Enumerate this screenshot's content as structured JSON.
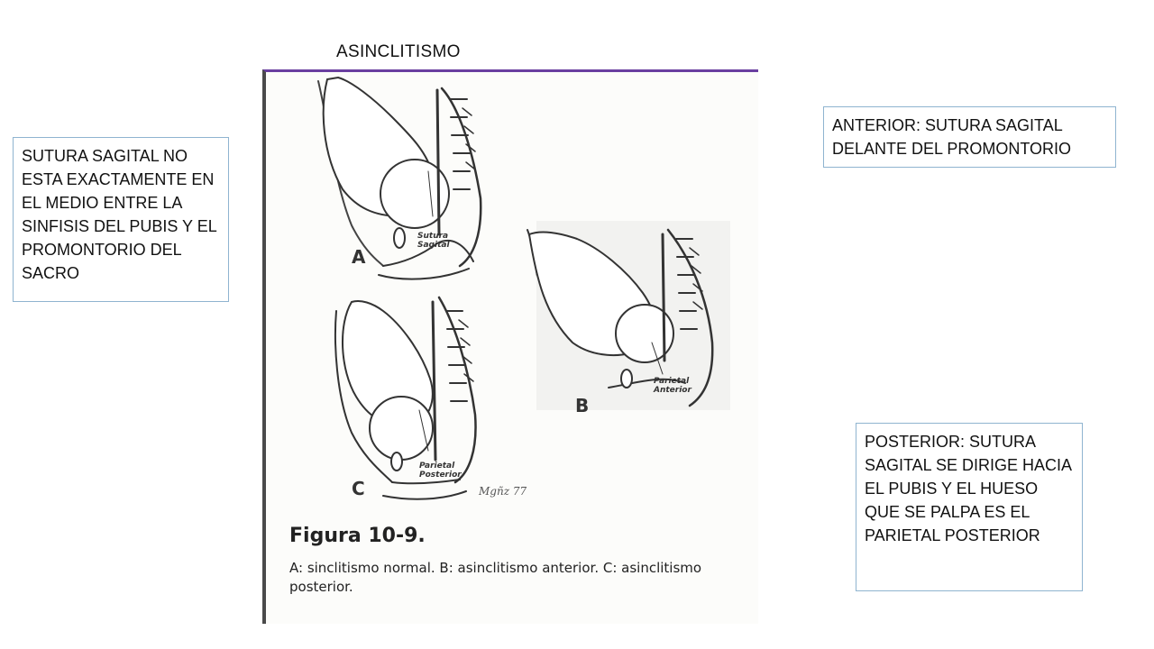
{
  "slide": {
    "title": "ASINCLITISMO",
    "left_text": "SUTURA SAGITAL NO ESTA EXACTAMENTE EN EL MEDIO ENTRE LA SINFISIS DEL PUBIS Y EL PROMONTORIO DEL SACRO",
    "anterior_text": "ANTERIOR: SUTURA SAGITAL DELANTE DEL PROMONTORIO",
    "posterior_text": "POSTERIOR: SUTURA SAGITAL SE DIRIGE HACIA EL PUBIS Y EL HUESO QUE SE PALPA ES EL  PARIETAL POSTERIOR"
  },
  "figure": {
    "caption_title": "Figura 10-9.",
    "caption_body": "A: sinclitismo normal. B: asinclitismo anterior. C: asinclitismo posterior.",
    "panels": [
      {
        "letter": "A",
        "label": "Sutura Sagital"
      },
      {
        "letter": "B",
        "label": "Parietal Anterior"
      },
      {
        "letter": "C",
        "label": "Parietal Posterior"
      }
    ],
    "signature": "Mgñz 77"
  }
}
